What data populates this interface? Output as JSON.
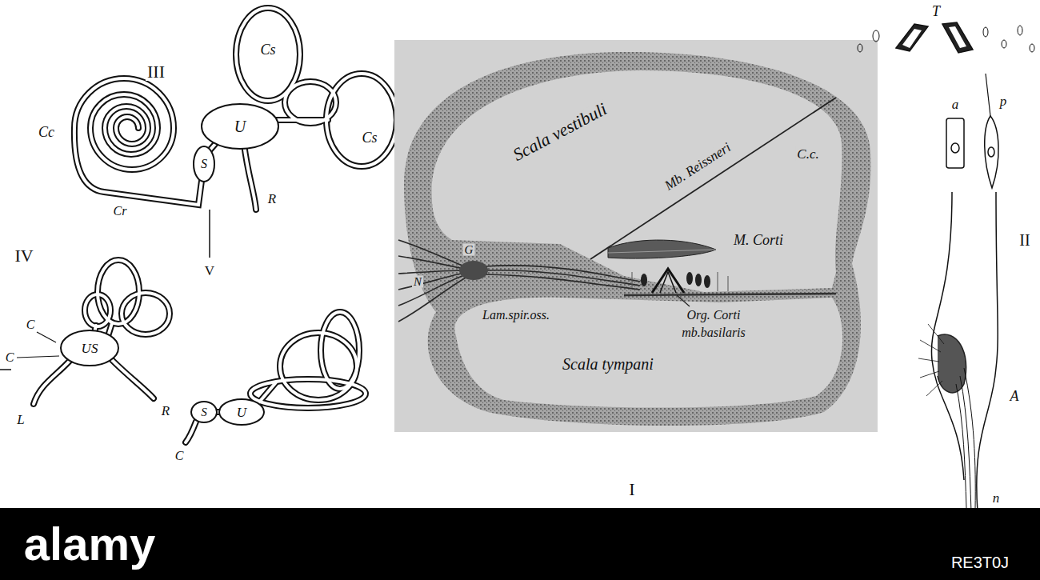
{
  "diagram": {
    "labels": [
      "III",
      "Cc",
      "Cs",
      "Cs",
      "U",
      "S",
      "Cr",
      "R",
      "V",
      "IV",
      "C",
      "C",
      "US",
      "L",
      "R",
      "S",
      "U",
      "C",
      "Scala vestibuli",
      "Mb. Reissneri",
      "C.c.",
      "M. Corti",
      "G",
      "N",
      "Lam.spir.oss.",
      "Org. Corti",
      "mb.basilaris",
      "Scala tympani",
      "I",
      "T",
      "a",
      "p",
      "II",
      "A",
      "n",
      "alamy",
      "RE3T0J"
    ]
  }
}
